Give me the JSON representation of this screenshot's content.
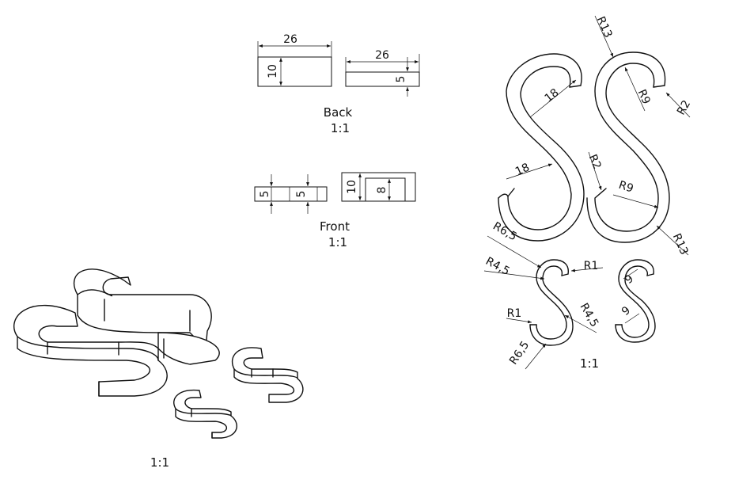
{
  "views": {
    "back": {
      "label": "Back",
      "scale": "1:1",
      "dims": [
        "26",
        "10",
        "26",
        "5"
      ]
    },
    "front": {
      "label": "Front",
      "scale": "1:1",
      "dims": [
        "5",
        "5",
        "10",
        "8"
      ]
    }
  },
  "detail": {
    "scale": "1:1",
    "large": [
      "R13",
      "18",
      "R9",
      "R2",
      "18",
      "R2",
      "R9",
      "R13"
    ],
    "small": [
      "R6,5",
      "R1",
      "R4,5",
      "R1",
      "R4,5",
      "R6,5",
      "9",
      "9"
    ]
  },
  "iso": {
    "scale": "1:1"
  },
  "colors": {
    "line": "#111111",
    "background": "#ffffff"
  }
}
